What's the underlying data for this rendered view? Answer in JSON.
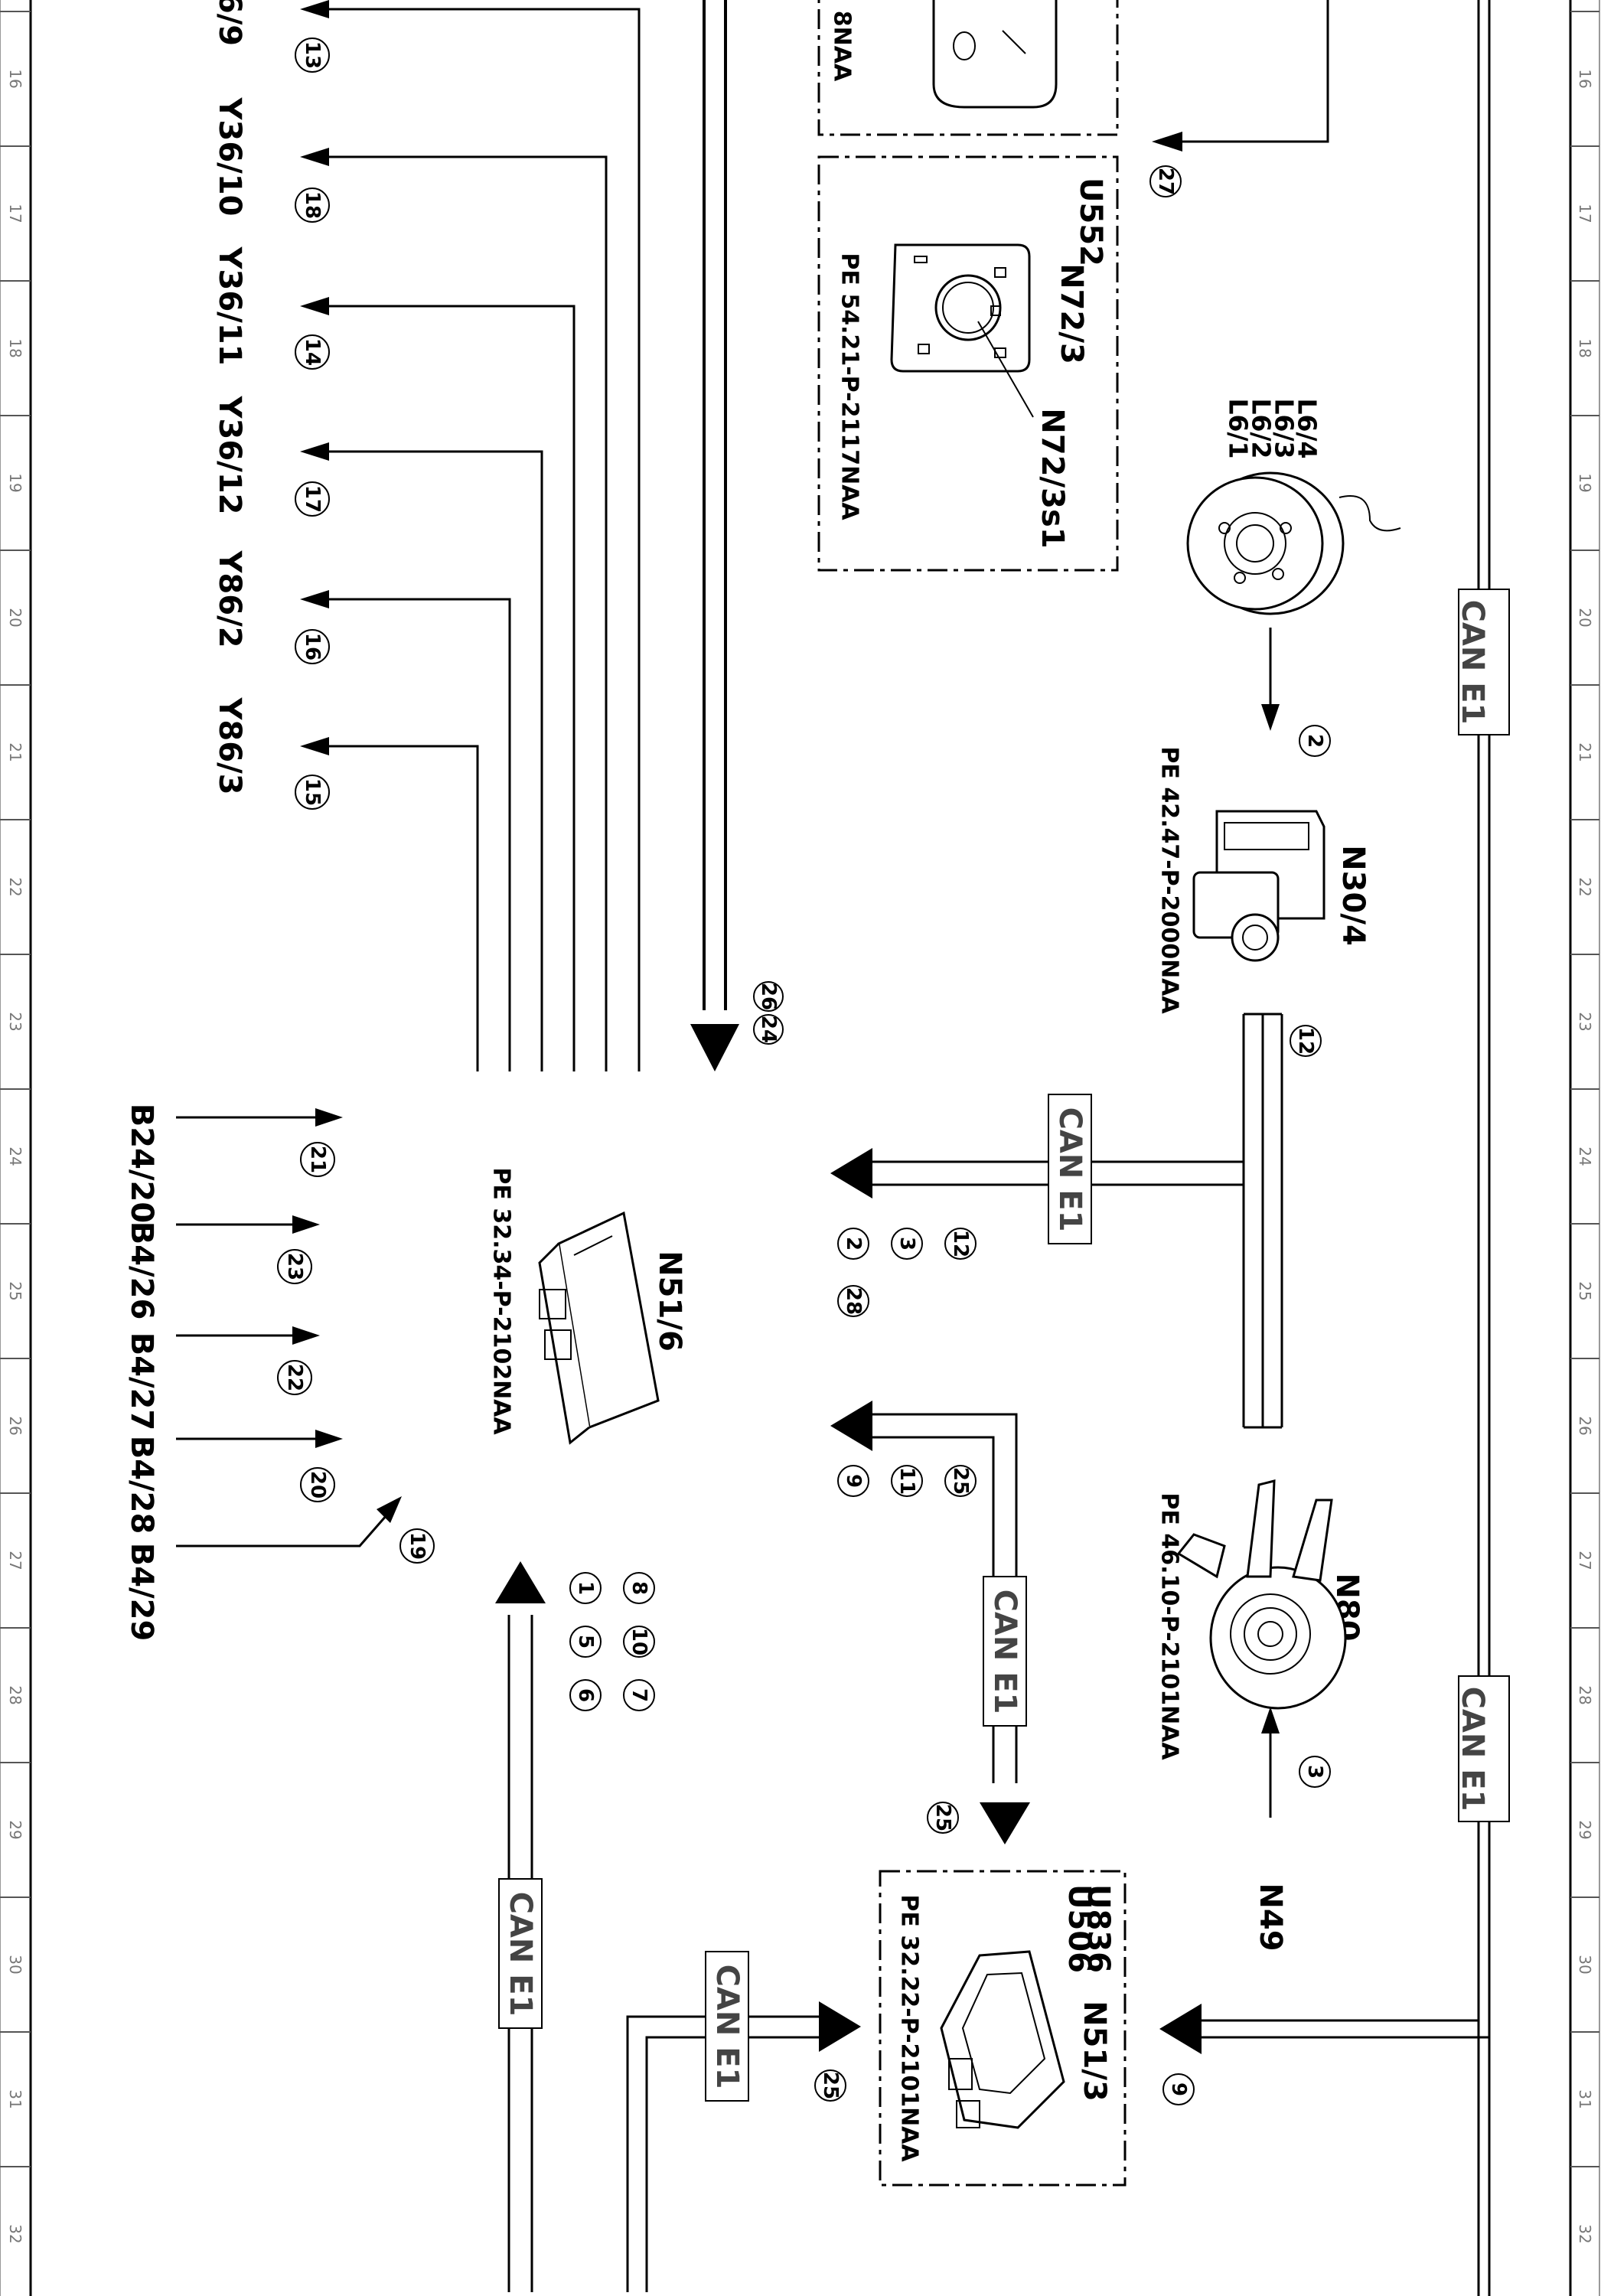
{
  "grid_numbers": [
    "16",
    "17",
    "18",
    "19",
    "20",
    "21",
    "22",
    "23",
    "24",
    "25",
    "26",
    "27",
    "28",
    "29",
    "30",
    "31",
    "32"
  ],
  "can_bus_label": "CAN E1",
  "page_partial_label": "6/9",
  "top_partial_label": "8NAA",
  "outputs": [
    {
      "label": "Y36/10",
      "num": "18"
    },
    {
      "label": "Y36/11",
      "num": "14"
    },
    {
      "label": "Y36/12",
      "num": "17"
    },
    {
      "label": "Y86/2",
      "num": "16"
    },
    {
      "label": "Y86/3",
      "num": "15"
    }
  ],
  "partial_output_num": "13",
  "sensors": [
    {
      "label": "B24/20",
      "num": "21"
    },
    {
      "label": "B4/26",
      "num": "23"
    },
    {
      "label": "B4/27",
      "num": "22"
    },
    {
      "label": "B4/28",
      "num": "20"
    },
    {
      "label": "B4/29",
      "num": "19"
    }
  ],
  "components": {
    "u552": {
      "label": "U552",
      "n72_3": "N72/3",
      "n72_3s1": "N72/3s1",
      "ref": "PE 54.21-P-2117NAA"
    },
    "l6": {
      "l6_1": "L6/1",
      "l6_2": "L6/2",
      "l6_3": "L6/3",
      "l6_4": "L6/4",
      "num": "2"
    },
    "n30_4": {
      "label": "N30/4",
      "ref": "PE 42.47-P-2000NAA",
      "num": "12"
    },
    "n51_6": {
      "label": "N51/6",
      "ref": "PE 32.34-P-2102NAA"
    },
    "n80": {
      "label": "N80",
      "ref": "PE 46.10-P-2101NAA",
      "num": "3"
    },
    "n49": {
      "label": "N49"
    },
    "n51_3": {
      "label": "N51/3",
      "u836": "U836",
      "u506": "U506",
      "ref": "PE 32.22-P-2101NAA",
      "num_in": "9",
      "num_left": "25"
    }
  },
  "numbers": {
    "n27": "27",
    "n26": "26",
    "n24": "24",
    "can_out_a": [
      "12",
      "3",
      "2",
      "28"
    ],
    "can_out_b": [
      "25",
      "11",
      "9"
    ],
    "can_in": [
      "8",
      "10",
      "7",
      "1",
      "5",
      "6"
    ],
    "arrow25": "25"
  }
}
